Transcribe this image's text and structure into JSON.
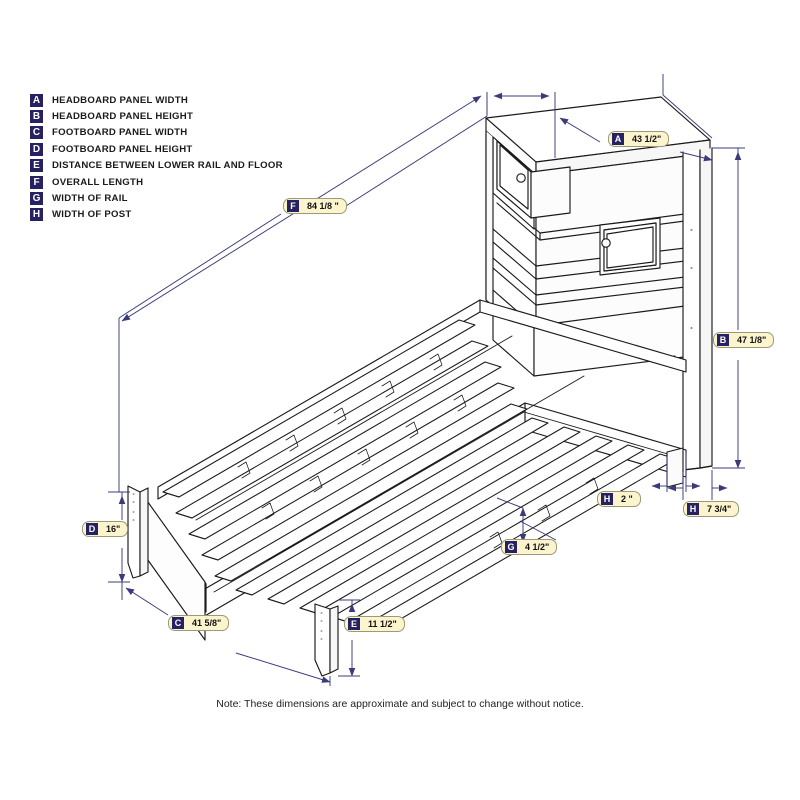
{
  "legend": {
    "items": [
      {
        "key": "A",
        "label": "HEADBOARD PANEL WIDTH"
      },
      {
        "key": "B",
        "label": "HEADBOARD PANEL HEIGHT"
      },
      {
        "key": "C",
        "label": "FOOTBOARD PANEL WIDTH"
      },
      {
        "key": "D",
        "label": "FOOTBOARD PANEL HEIGHT"
      },
      {
        "key": "E",
        "label": "DISTANCE BETWEEN LOWER RAIL AND FLOOR"
      },
      {
        "key": "F",
        "label": "OVERALL LENGTH"
      },
      {
        "key": "G",
        "label": "WIDTH OF RAIL"
      },
      {
        "key": "H",
        "label": "WIDTH OF POST"
      }
    ]
  },
  "callouts": {
    "a": {
      "key": "A",
      "value": "43 1/2\""
    },
    "b": {
      "key": "B",
      "value": "47 1/8\""
    },
    "c": {
      "key": "C",
      "value": "41 5/8\""
    },
    "d": {
      "key": "D",
      "value": "16\""
    },
    "e": {
      "key": "E",
      "value": "11 1/2\""
    },
    "f": {
      "key": "F",
      "value": "84 1/8 \""
    },
    "g": {
      "key": "G",
      "value": "4 1/2\""
    },
    "h1": {
      "key": "H",
      "value": "2 \""
    },
    "h2": {
      "key": "H",
      "value": "7 3/4\""
    }
  },
  "footer": {
    "note": "Note: These dimensions are approximate and subject to change without notice."
  },
  "colors": {
    "badge": "#262262",
    "callout_fill": "#fbf4cd",
    "callout_border": "#9a9a7a",
    "dimension_line": "#3b3b7a",
    "outline": "#1a1a1a",
    "background": "#ffffff"
  }
}
